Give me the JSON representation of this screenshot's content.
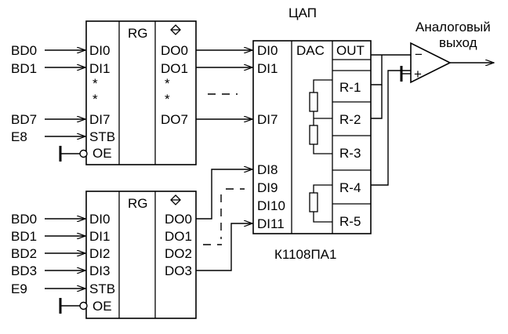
{
  "title": "ЦАП",
  "output_label_line1": "Аналоговый",
  "output_label_line2": "выход",
  "chip_name": "К1108ПА1",
  "reg_top": {
    "name": "RG",
    "inputs": [
      "DI0",
      "DI1",
      "*",
      "*",
      "DI7",
      "STB",
      "OE"
    ],
    "outputs": [
      "DO0",
      "DO1",
      "*",
      "*",
      "DO7"
    ],
    "signals": [
      "BD0",
      "BD1",
      "BD7",
      "E8"
    ]
  },
  "reg_bottom": {
    "name": "RG",
    "inputs": [
      "DI0",
      "DI1",
      "DI2",
      "DI3",
      "STB",
      "OE"
    ],
    "outputs": [
      "DO0",
      "DO1",
      "DO2",
      "DO3"
    ],
    "signals": [
      "BD0",
      "BD1",
      "BD2",
      "BD3",
      "E9"
    ]
  },
  "dac": {
    "name": "DAC",
    "out_label": "OUT",
    "inputs": [
      "DI0",
      "DI1",
      "DI7",
      "DI8",
      "DI9",
      "DI10",
      "DI11"
    ],
    "resistors": [
      "R-1",
      "R-2",
      "R-3",
      "R-4",
      "R-5"
    ]
  },
  "opamp": {
    "minus": "−",
    "plus": "+"
  }
}
